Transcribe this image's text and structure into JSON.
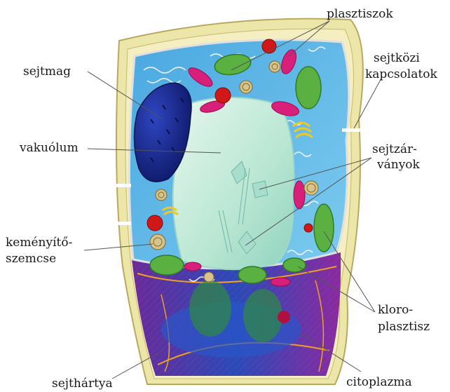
{
  "labels": {
    "plasztiszok": "plasztiszok",
    "sejtkozi_1": "sejtközi",
    "sejtkozi_2": "kapcsolatok",
    "sejtmag": "sejtmag",
    "vakuolum": "vakuólum",
    "sejtzarvanyok_1": "sejtzár-",
    "sejtzarvanyok_2": "ványok",
    "kemenyito_1": "keményítő-",
    "kemenyito_2": "szemcse",
    "kloroplasztisz_1": "kloro-",
    "kloroplasztisz_2": "plasztisz",
    "sejthartya": "sejthártya",
    "citoplazma": "citoplazma"
  },
  "colors": {
    "cell_wall": "#e8e2a0",
    "cytoplasm": "#58b8e8",
    "nucleus": "#1a2a8a",
    "vacuole": "#bfe8d8",
    "chloroplast": "#5ab040",
    "plastid_magenta": "#d8207a",
    "plastid_red": "#d01818",
    "membrane_lower": "#8a2a9a",
    "leader_line": "#555555"
  }
}
